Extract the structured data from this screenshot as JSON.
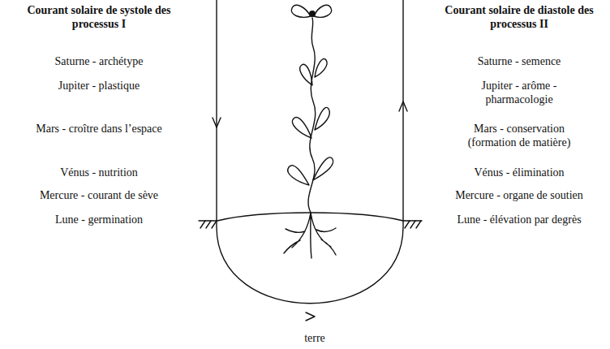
{
  "diagram": {
    "labels": [
      "Courant solaire de systole des processus I",
      "Saturne - archétype",
      "Jupiter - plastique",
      "Mars - croître dans l’espace",
      "Vénus - nutrition",
      "Mercure - courant de sève",
      "Lune - germination",
      "Courant solaire de diastole des processus II",
      "Saturne - semence",
      "Jupiter - arôme - pharmacologie",
      "Mars - conservation (formation de matière)",
      "Vénus - élimination",
      "Mercure - organe de soutien",
      "Lune - élévation par degrès",
      "terre"
    ]
  }
}
